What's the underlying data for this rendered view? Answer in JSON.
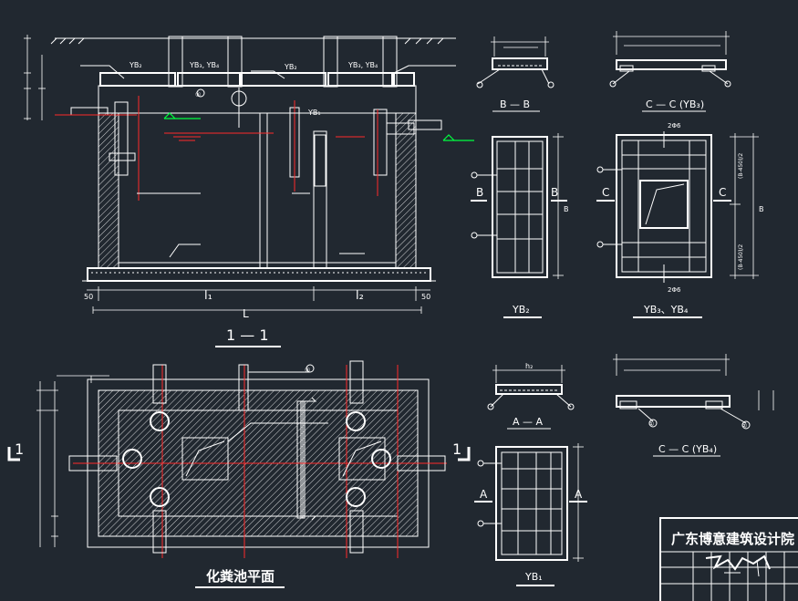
{
  "section": {
    "title": "1 — 1",
    "slab_labels": [
      "YB₂",
      "YB₃, YB₄",
      "YB₂",
      "YB₃, YB₄",
      "YB₁"
    ],
    "dim_l1": "l₁",
    "dim_l2": "l₂",
    "dim_L": "L",
    "edge_left": "50",
    "edge_right": "50",
    "callout": "⑤"
  },
  "plan": {
    "title": "化粪池平面",
    "cut_mark_left": "1",
    "cut_mark_right": "1",
    "callout": "⑤"
  },
  "details": {
    "bb_title": "B — B",
    "cc3_title": "C — C (YB₃)",
    "yb2_title": "YB₂",
    "yb34_title": "YB₃、YB₄",
    "aa_title": "A — A",
    "aa_dim": "h₂",
    "cc4_title": "C — C (YB₄)",
    "yb1_title": "YB₁",
    "cut_B": "B",
    "cut_C": "C",
    "cut_A": "A",
    "dim_B": "B",
    "dim_half1": "(B-450)/2",
    "dim_half2": "(B-450)/2",
    "bar_note": "2Φ6",
    "circle_1": "①",
    "circle_2": "②",
    "circle_3": "③",
    "circle_4": "④"
  },
  "title_block": {
    "company": "广东博意建筑设计院"
  }
}
